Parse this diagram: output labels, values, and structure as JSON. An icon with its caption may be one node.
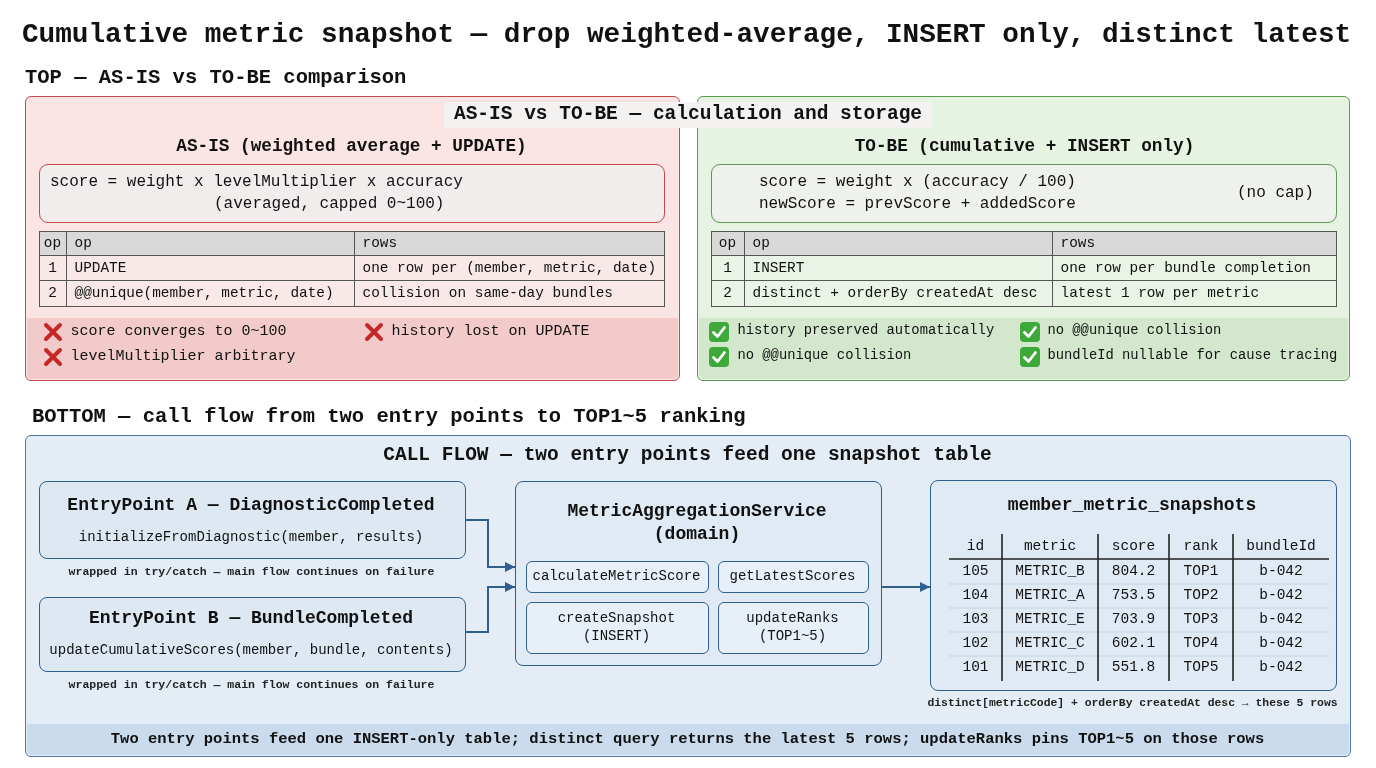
{
  "diagram": {
    "title": "Cumulative metric snapshot — drop weighted-average, INSERT only, distinct latest",
    "nodes": [
      {
        "text": [
          "AS-IS (weighted average + UPDATE)"
        ]
      },
      {
        "text": [
          "score = weight x levelMultiplier x accuracy",
          "(averaged, capped 0~100)"
        ],
        "in": 0
      },
      {
        "text": [
          "op",
          "op",
          "rows",
          "1",
          "UPDATE",
          "one row per (member, metric, date)",
          "2",
          "@@unique(member, metric, date)",
          "collision on same-day bundles"
        ],
        "in": 0
      },
      {
        "text": [
          "score converges to 0~100",
          "history lost on UPDATE",
          "levelMultiplier arbitrary"
        ],
        "in": 0
      },
      {
        "text": [
          "TO-BE (cumulative + INSERT only)"
        ]
      },
      {
        "text": [
          "score = weight x (accuracy / 100)",
          "newScore = prevScore + addedScore",
          "(no cap)"
        ],
        "in": 4
      },
      {
        "text": [
          "op",
          "op",
          "rows",
          "1",
          "INSERT",
          "one row per bundle completion",
          "2",
          "distinct + orderBy createdAt desc",
          "latest 1 row per metric"
        ],
        "in": 4
      },
      {
        "text": [
          "history preserved automatically",
          "no @@unique collision",
          "no @@unique collision",
          "bundleId nullable for cause tracing"
        ],
        "in": 4
      },
      {
        "text": [
          "CALL FLOW — two entry points feed one snapshot table"
        ]
      },
      {
        "text": [
          "EntryPoint A — DiagnosticCompleted",
          "initializeFromDiagnostic(member, results)"
        ],
        "beside": [
          "wrapped in try/catch — main flow continues on failure"
        ],
        "in": 8
      },
      {
        "text": [
          "EntryPoint B — BundleCompleted",
          "updateCumulativeScores(member, bundle, contents)"
        ],
        "beside": [
          "wrapped in try/catch — main flow continues on failure"
        ],
        "in": 8
      },
      {
        "text": [
          "MetricAggregationService (domain)"
        ],
        "in": 8
      },
      {
        "text": [
          "calculateMetricScore"
        ],
        "in": 11
      },
      {
        "text": [
          "getLatestScores"
        ],
        "in": 11
      },
      {
        "text": [
          "createSnapshot (INSERT)"
        ],
        "in": 11
      },
      {
        "text": [
          "updateRanks (TOP1~5)"
        ],
        "in": 11
      },
      {
        "text": [
          "member_metric_snapshots",
          "id",
          "metric",
          "score",
          "rank",
          "bundleId",
          "105",
          "METRIC_B",
          "804.2",
          "TOP1",
          "b-042",
          "104",
          "METRIC_A",
          "753.5",
          "TOP2",
          "b-042",
          "103",
          "METRIC_E",
          "703.9",
          "TOP3",
          "b-042",
          "102",
          "METRIC_C",
          "602.1",
          "TOP4",
          "b-042",
          "101",
          "METRIC_D",
          "551.8",
          "TOP5",
          "b-042"
        ],
        "beside": [
          "distinct[metricCode] + orderBy createdAt desc → these 5 rows"
        ],
        "in": 8
      },
      {
        "text": [
          "Two entry points feed one INSERT-only table; distinct query returns the latest 5 rows; updateRanks pins TOP1~5 on those rows"
        ],
        "in": 8
      }
    ],
    "edges": [
      {
        "from": 9,
        "to": 11,
        "arrow": "to"
      },
      {
        "from": 10,
        "to": 11,
        "arrow": "to"
      },
      {
        "from": 11,
        "to": 16,
        "arrow": "to"
      }
    ],
    "labels": [
      "TOP — AS-IS vs TO-BE comparison",
      "AS-IS vs TO-BE — calculation and storage",
      "BOTTOM — call flow from two entry points to TOP1~5 ranking"
    ]
  }
}
